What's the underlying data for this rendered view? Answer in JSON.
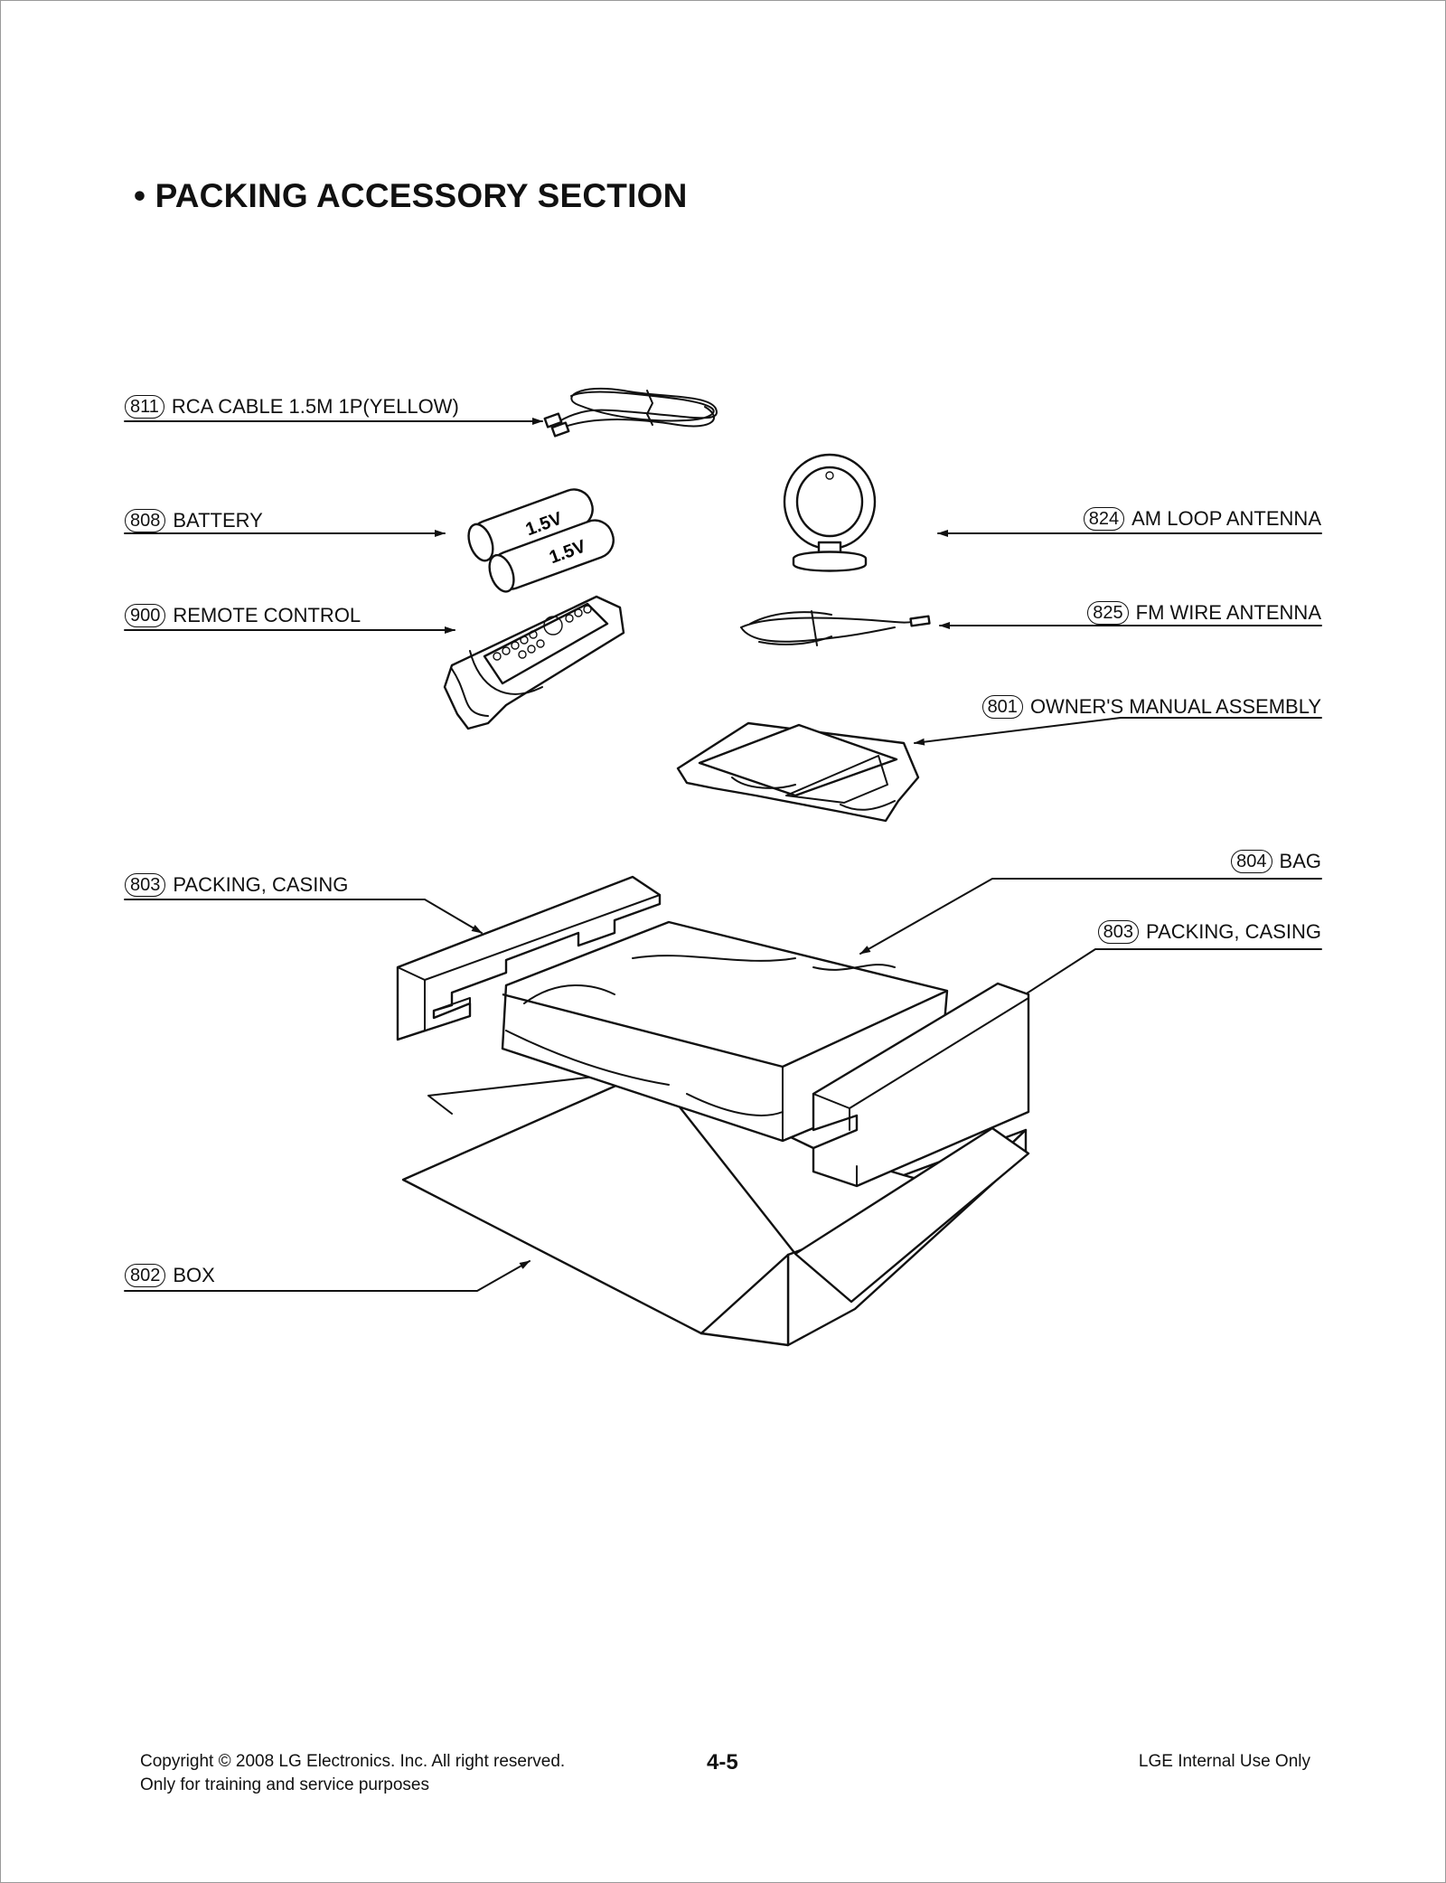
{
  "title": "• PACKING ACCESSORY SECTION",
  "callouts": [
    {
      "num": "811",
      "label": "RCA CABLE 1.5M 1P(YELLOW)"
    },
    {
      "num": "808",
      "label": "BATTERY"
    },
    {
      "num": "900",
      "label": "REMOTE CONTROL"
    },
    {
      "num": "824",
      "label": "AM LOOP ANTENNA"
    },
    {
      "num": "825",
      "label": "FM WIRE ANTENNA"
    },
    {
      "num": "801",
      "label": "OWNER'S MANUAL ASSEMBLY"
    },
    {
      "num": "803",
      "label": "PACKING, CASING"
    },
    {
      "num": "804",
      "label": "BAG"
    },
    {
      "num": "803",
      "label": "PACKING, CASING"
    },
    {
      "num": "802",
      "label": "BOX"
    }
  ],
  "battery_label": "1.5V",
  "footer": {
    "copyright": "Copyright © 2008 LG Electronics. Inc. All right reserved.",
    "purpose": "Only for training and service purposes",
    "page": "4-5",
    "internal": "LGE Internal Use Only"
  }
}
